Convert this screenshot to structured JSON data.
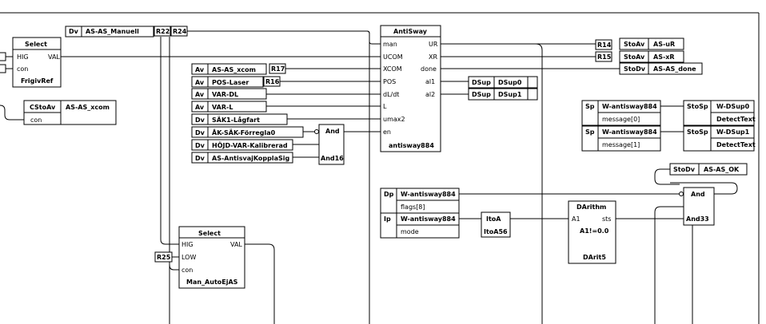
{
  "blocks": {
    "select1": {
      "title": "Select",
      "in1": "HIG",
      "out1": "VAL",
      "in2": "con",
      "name": "FrigivRef"
    },
    "dv_manuell": {
      "type": "Dv",
      "signal": "AS-AS_Manuell",
      "ref1": "R22",
      "ref2": "R24"
    },
    "cstoav": {
      "type": "CStoAv",
      "signal": "AS-AS_xcom",
      "in": "con"
    },
    "av_xcom": {
      "type": "Av",
      "signal": "AS-AS_xcom",
      "ref": "R17"
    },
    "av_pos": {
      "type": "Av",
      "signal": "POS-Laser",
      "ref": "R16"
    },
    "av_vardl": {
      "type": "Av",
      "signal": "VAR-DL"
    },
    "av_varl": {
      "type": "Av",
      "signal": "VAR-L"
    },
    "dv_sak1": {
      "type": "Dv",
      "signal": "SÄK1-Lågfart"
    },
    "dv_ak": {
      "type": "Dv",
      "signal": "ÅK-SÄK-Förregla0"
    },
    "dv_hojd": {
      "type": "Dv",
      "signal": "HÖJD-VAR-Kalibrerad"
    },
    "dv_koppla": {
      "type": "Dv",
      "signal": "AS-AntisvajKopplaSig"
    },
    "and16": {
      "title": "And",
      "name": "And16"
    },
    "antisway": {
      "title": "AntiSway",
      "inputs": [
        "man",
        "UCOM",
        "XCOM",
        "POS",
        "dL/dt",
        "L",
        "umax2",
        "en"
      ],
      "outputs": [
        "UR",
        "XR",
        "done",
        "al1",
        "al2"
      ],
      "name": "antisway884"
    },
    "dsup0": {
      "type": "DSup",
      "name": "DSup0"
    },
    "dsup1": {
      "type": "DSup",
      "name": "DSup1"
    },
    "stoav_ur": {
      "ref": "R14",
      "type": "StoAv",
      "signal": "AS-uR"
    },
    "stoav_xr": {
      "ref": "R15",
      "type": "StoAv",
      "signal": "AS-xR"
    },
    "stodv_done": {
      "type": "StoDv",
      "signal": "AS-AS_done"
    },
    "sp0": {
      "type": "Sp",
      "signal": "W-antisway884",
      "sub": "message[0]"
    },
    "sp1": {
      "type": "Sp",
      "signal": "W-antisway884",
      "sub": "message[1]"
    },
    "stosp0": {
      "type": "StoSp",
      "signal": "W-DSup0",
      "sub": "DetectText"
    },
    "stosp1": {
      "type": "StoSp",
      "signal": "W-DSup1",
      "sub": "DetectText"
    },
    "stodv_ok": {
      "type": "StoDv",
      "signal": "AS-AS_OK"
    },
    "dp_flags": {
      "type": "Dp",
      "signal": "W-antisway884",
      "sub": "flags[8]"
    },
    "ip_mode": {
      "type": "Ip",
      "signal": "W-antisway884",
      "sub": "mode"
    },
    "itoa": {
      "title": "ItoA",
      "name": "ItoA56"
    },
    "darithm": {
      "title": "DArithm",
      "in": "A1",
      "out": "sts",
      "expr": "A1!=0.0",
      "name": "DArit5"
    },
    "and33": {
      "title": "And",
      "name": "And33"
    },
    "select2": {
      "title": "Select",
      "in1": "HIG",
      "out1": "VAL",
      "in2": "LOW",
      "in3": "con",
      "ref": "R25",
      "name": "Man_AutoEjAS"
    }
  }
}
